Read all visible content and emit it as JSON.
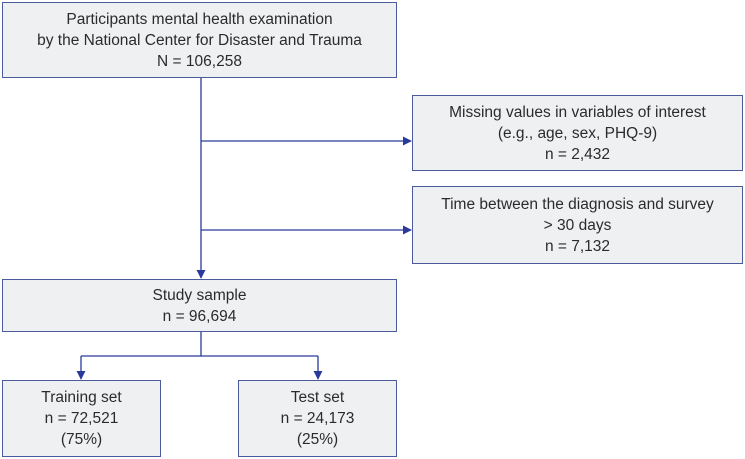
{
  "colors": {
    "border": "#4a5a9c",
    "box_fill": "#eef0f2",
    "connector": "#2a3a9a"
  },
  "boxes": {
    "participants": {
      "line1": "Participants mental health examination",
      "line2": "by the National Center for Disaster and Trauma",
      "line3": "N = 106,258"
    },
    "missing": {
      "line1": "Missing values in variables of interest",
      "line2": "(e.g., age, sex, PHQ-9)",
      "line3": "n = 2,432"
    },
    "time": {
      "line1": "Time between the diagnosis and survey",
      "line2": "> 30 days",
      "line3": "n = 7,132"
    },
    "study": {
      "line1": "Study sample",
      "line2": "n = 96,694"
    },
    "training": {
      "line1": "Training set",
      "line2": "n = 72,521",
      "line3": "(75%)"
    },
    "test": {
      "line1": "Test set",
      "line2": "n = 24,173",
      "line3": "(25%)"
    }
  }
}
